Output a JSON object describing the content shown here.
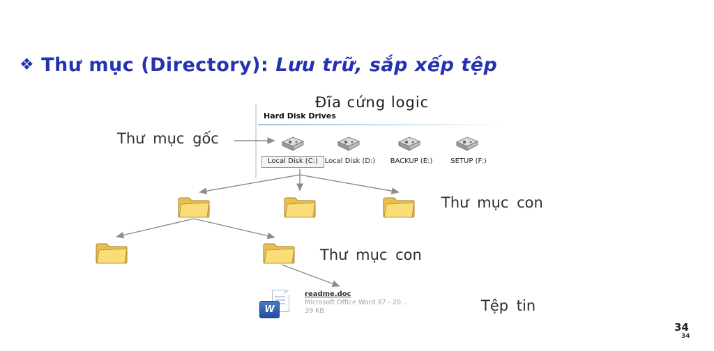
{
  "slide": {
    "bullet": "❖",
    "title_main": "Thư mục (Directory): ",
    "title_emphasis": "Lưu trữ, sắp xếp tệp",
    "page_number": "34",
    "page_number_shadow": "34"
  },
  "diagram": {
    "heading": "Đĩa cứng logic",
    "group_label": "Hard Disk Drives",
    "drives": [
      {
        "label": "Local Disk (C:)"
      },
      {
        "label": "Local Disk (D:)"
      },
      {
        "label": "BACKUP (E:)"
      },
      {
        "label": "SETUP (F:)"
      }
    ],
    "label_root": "Thư mục gốc",
    "label_sub1": "Thư mục con",
    "label_sub2": "Thư mục con",
    "label_file": "Tệp tin",
    "file": {
      "name": "readme.doc",
      "type": "Microsoft Office Word 97 - 20...",
      "size": "39 KB"
    },
    "icons": {
      "word_logo": "W"
    },
    "colors": {
      "title_blue": "#2633ae",
      "connector_gray": "#8c8c8c",
      "folder_fill": "#f6d76a",
      "drive_gray": "#b8b8b8"
    }
  }
}
